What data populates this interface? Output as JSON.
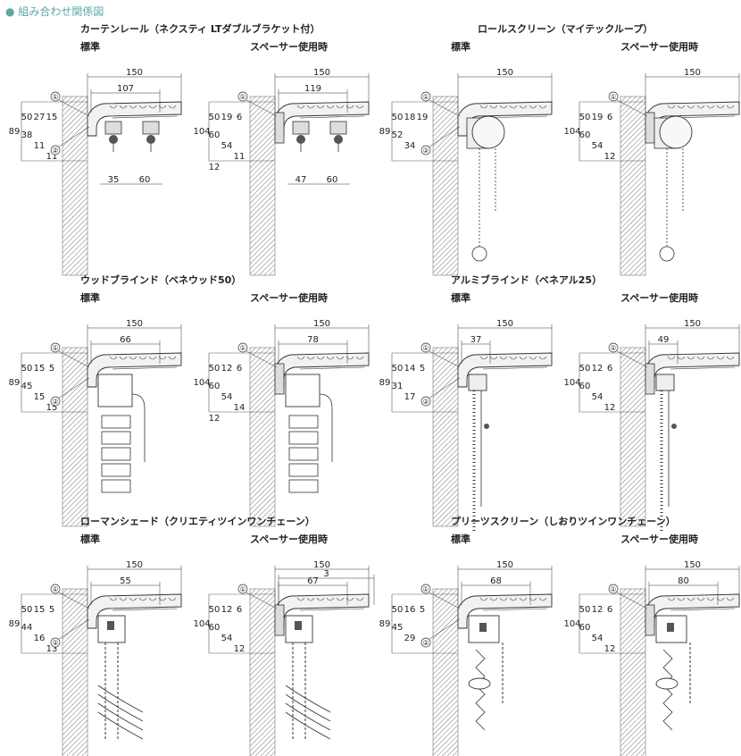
{
  "header": {
    "title": "組み合わせ関係図",
    "bullet": "●"
  },
  "sections": [
    {
      "title": "カーテンレール（ネクスティ LTダブルブラケット付）",
      "standard": {
        "label": "標準",
        "top": [
          "150",
          "107"
        ],
        "left": [
          "89",
          "50",
          "27",
          "15",
          "38",
          "11",
          "11"
        ],
        "bottom": [
          "35",
          "60"
        ]
      },
      "spacer": {
        "label": "スペーサー使用時",
        "top": [
          "150",
          "119"
        ],
        "left": [
          "104",
          "50",
          "19",
          "6",
          "60",
          "54",
          "11",
          "12"
        ],
        "bottom": [
          "47",
          "60"
        ]
      }
    },
    {
      "title": "ロールスクリーン（マイテックループ）",
      "standard": {
        "label": "標準",
        "top": [
          "150"
        ],
        "left": [
          "89",
          "50",
          "18",
          "19",
          "52",
          "34"
        ],
        "bottom": []
      },
      "spacer": {
        "label": "スペーサー使用時",
        "top": [
          "150"
        ],
        "left": [
          "104",
          "50",
          "19",
          "6",
          "60",
          "54",
          "12"
        ],
        "bottom": []
      }
    },
    {
      "title": "ウッドブラインド（ベネウッド50）",
      "standard": {
        "label": "標準",
        "top": [
          "150",
          "66"
        ],
        "left": [
          "89",
          "50",
          "15",
          "5",
          "45",
          "15",
          "15"
        ],
        "bottom": []
      },
      "spacer": {
        "label": "スペーサー使用時",
        "top": [
          "150",
          "78"
        ],
        "left": [
          "104",
          "50",
          "12",
          "6",
          "60",
          "54",
          "14",
          "12"
        ],
        "bottom": []
      }
    },
    {
      "title": "アルミブラインド（ベネアル25）",
      "standard": {
        "label": "標準",
        "top": [
          "150",
          "37"
        ],
        "left": [
          "89",
          "50",
          "14",
          "5",
          "31",
          "17"
        ],
        "bottom": []
      },
      "spacer": {
        "label": "スペーサー使用時",
        "top": [
          "150",
          "49"
        ],
        "left": [
          "104",
          "50",
          "12",
          "6",
          "60",
          "54",
          "12"
        ],
        "bottom": []
      }
    },
    {
      "title": "ローマンシェード（クリエティツインワンチェーン）",
      "standard": {
        "label": "標準",
        "top": [
          "150",
          "55"
        ],
        "left": [
          "89",
          "50",
          "15",
          "5",
          "44",
          "16",
          "13"
        ],
        "bottom": []
      },
      "spacer": {
        "label": "スペーサー使用時",
        "top": [
          "150",
          "67",
          "3"
        ],
        "left": [
          "104",
          "50",
          "12",
          "6",
          "60",
          "54",
          "12"
        ],
        "bottom": []
      }
    },
    {
      "title": "プリーツスクリーン（しおりツインワンチェーン）",
      "standard": {
        "label": "標準",
        "top": [
          "150",
          "68"
        ],
        "left": [
          "89",
          "50",
          "16",
          "5",
          "45",
          "29"
        ],
        "bottom": []
      },
      "spacer": {
        "label": "スペーサー使用時",
        "top": [
          "150",
          "80"
        ],
        "left": [
          "104",
          "50",
          "12",
          "6",
          "60",
          "54",
          "12"
        ],
        "bottom": []
      }
    }
  ],
  "markers": [
    "①",
    "②"
  ]
}
